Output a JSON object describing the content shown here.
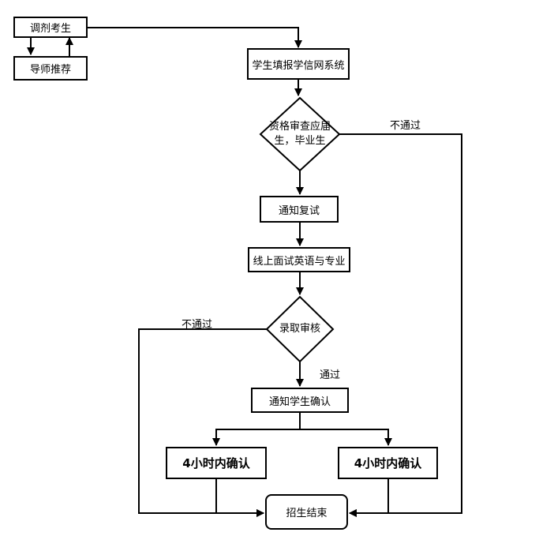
{
  "nodes": {
    "tiaoji": "调剂考生",
    "daoshi": "导师推荐",
    "tianbao": "学生填报学信网系统",
    "zige_line1": "资格审查应届",
    "zige_line2": "生，毕业生",
    "fushi": "通知复试",
    "mianshi": "线上面试英语与专业",
    "luqu": "录取审核",
    "queren": "通知学生确认",
    "left_confirm": "4小时内确认",
    "right_confirm": "4小时内确认",
    "end": "招生结束"
  },
  "edge_labels": {
    "zige_fail": "不通过",
    "luqu_fail": "不通过",
    "luqu_pass": "通过"
  }
}
